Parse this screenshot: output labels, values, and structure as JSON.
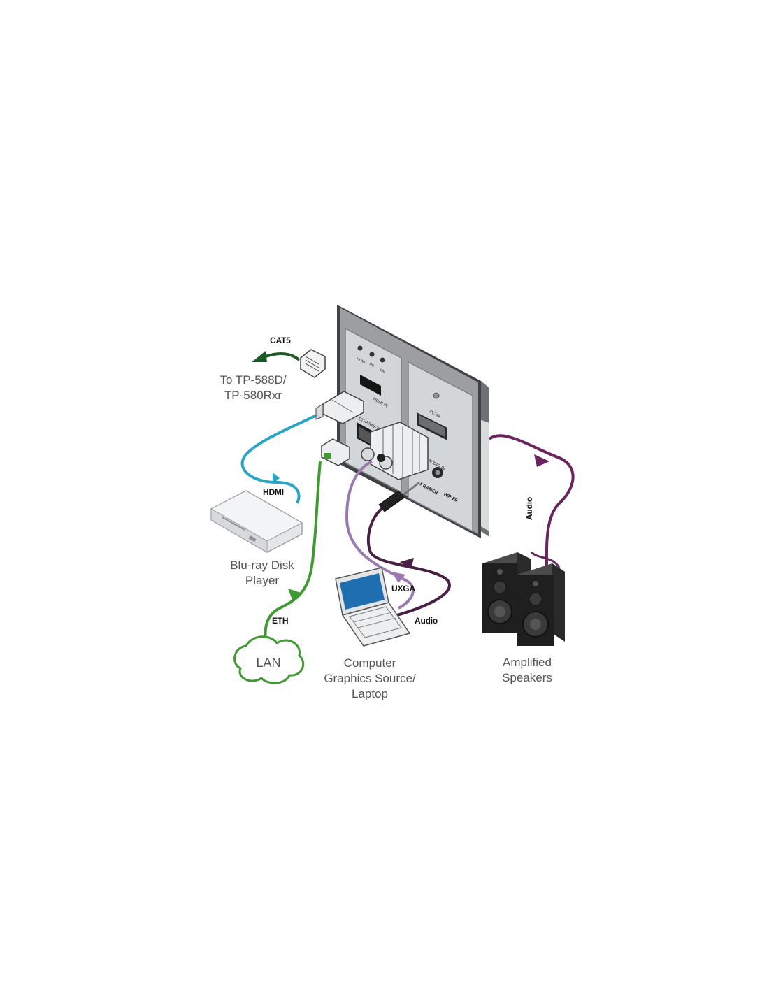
{
  "colors": {
    "cat5": "#1c5a26",
    "hdmi": "#29a3c8",
    "eth": "#3f9a32",
    "uxga": "#9b7ab3",
    "audio_in": "#4a1f44",
    "audio_out": "#6a245e",
    "panel": "#a3a4a6",
    "plate": "#ced1d4"
  },
  "cables": {
    "cat5": "CAT5",
    "hdmi": "HDMI",
    "eth": "ETH",
    "uxga": "UXGA",
    "audio_laptop": "Audio",
    "audio_speakers": "Audio"
  },
  "devices": {
    "receiver": {
      "line1": "To TP-588D/",
      "line2": "TP-580Rxr"
    },
    "bluray": {
      "line1": "Blu-ray Disk",
      "line2": "Player"
    },
    "lan": {
      "label": "LAN"
    },
    "laptop": {
      "line1": "Computer",
      "line2": "Graphics Source/",
      "line3": "Laptop"
    },
    "speakers": {
      "line1": "Amplified",
      "line2": "Speakers"
    }
  },
  "panel": {
    "model": "WP-20",
    "brand": "KRAMER",
    "leds": [
      "HDMI",
      "PC",
      "ON"
    ],
    "hdmi_in": "HDMI IN",
    "pc_in": "PC IN",
    "ethernet": "ETHERNET",
    "audio_in": "AUDIO IN"
  }
}
